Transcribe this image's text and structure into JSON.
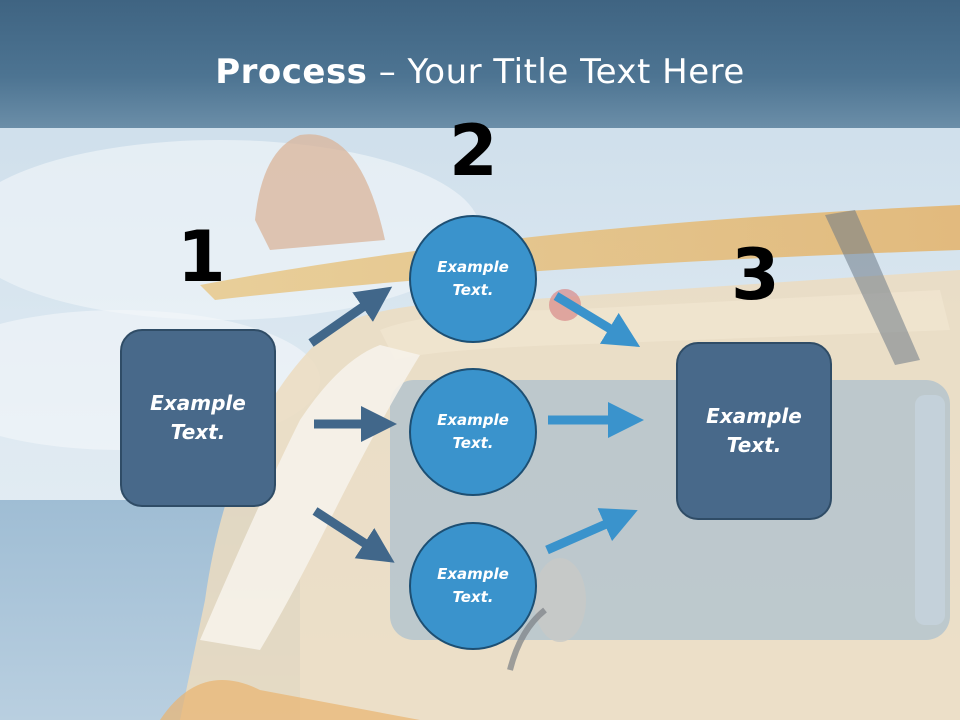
{
  "title": {
    "bold": "Process",
    "rest": " – Your Title Text Here"
  },
  "steps": [
    {
      "number": "1",
      "label": "Example Text."
    },
    {
      "number": "2",
      "labels": [
        "Example Text.",
        "Example Text.",
        "Example Text."
      ]
    },
    {
      "number": "3",
      "label": "Example Text."
    }
  ],
  "colors": {
    "box": "#48698a",
    "circle": "#3a93cc",
    "arrow_dark": "#41678a",
    "arrow_light": "#3a93cc",
    "title_bar": "#4d7492"
  }
}
